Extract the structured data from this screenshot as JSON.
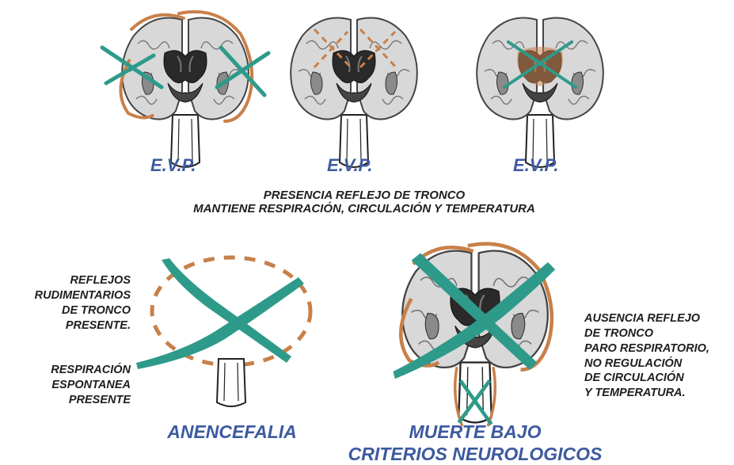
{
  "top_labels": [
    "E.V.P.",
    "E.V.P.",
    "E.V.P."
  ],
  "top_caption": [
    "PRESENCIA REFLEJO DE TRONCO",
    "MANTIENE RESPIRACIÓN, CIRCULACIÓN Y TEMPERATURA"
  ],
  "left_notes": {
    "reflexes": [
      "REFLEJOS",
      "RUDIMENTARIOS",
      "DE TRONCO",
      "PRESENTE."
    ],
    "breathing": [
      "RESPIRACIÓN",
      "ESPONTANEA",
      "PRESENTE"
    ]
  },
  "right_notes": [
    "AUSENCIA REFLEJO",
    "DE TRONCO",
    "PARO RESPIRATORIO,",
    "NO REGULACIÓN",
    "DE  CIRCULACIÓN",
    "Y TEMPERATURA."
  ],
  "bottom_labels": {
    "anencefalia": "ANENCEFALIA",
    "muerte": [
      "MUERTE BAJO",
      "CRITERIOS NEUROLOGICOS"
    ]
  },
  "colors": {
    "cross": "#2e9a8a",
    "cortex_outline": "#c8804a",
    "label_blue": "#3c5aa0",
    "text_dark": "#1e1e1e",
    "brain_gray": "#cfcfcf",
    "deep_dark": "#2a2a2a"
  }
}
